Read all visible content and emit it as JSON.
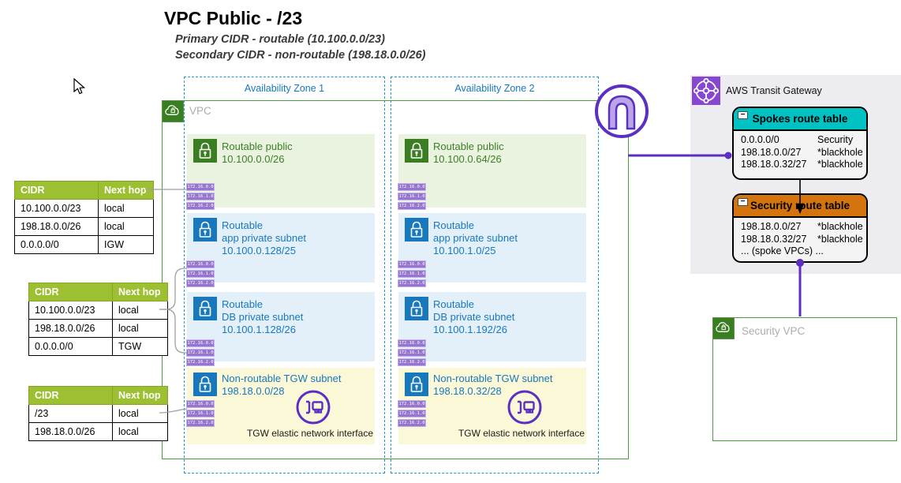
{
  "title": "VPC Public - /23",
  "subtitles": {
    "primary": "Primary CIDR - routable (10.100.0.0/23)",
    "secondary": "Secondary CIDR - non-routable (198.18.0.0/26)"
  },
  "icons": {
    "collapse_glyph": "−"
  },
  "route_tables": [
    {
      "headers": [
        "CIDR",
        "Next hop"
      ],
      "rows": [
        [
          "10.100.0.0/23",
          "local"
        ],
        [
          "198.18.0.0/26",
          "local"
        ],
        [
          "0.0.0.0/0",
          "IGW"
        ]
      ]
    },
    {
      "headers": [
        "CIDR",
        "Next hop"
      ],
      "rows": [
        [
          "10.100.0.0/23",
          "local"
        ],
        [
          "198.18.0.0/26",
          "local"
        ],
        [
          "0.0.0.0/0",
          "TGW"
        ]
      ]
    },
    {
      "headers": [
        "CIDR",
        "Next hop"
      ],
      "rows": [
        [
          "/23",
          "local"
        ],
        [
          "198.18.0.0/26",
          "local"
        ]
      ]
    }
  ],
  "chips": [
    "172.16.0.0",
    "172.16.1.0",
    "172.16.2.0"
  ],
  "vpc": {
    "label": "VPC",
    "azs": [
      {
        "label": "Availability Zone 1",
        "subnets": [
          {
            "label": "Routable public\n10.100.0.0/26"
          },
          {
            "label": "Routable\napp private subnet\n10.100.0.128/25"
          },
          {
            "label": "Routable\nDB private subnet\n10.100.1.128/26"
          },
          {
            "label": "Non-routable TGW subnet\n198.18.0.0/28"
          }
        ]
      },
      {
        "label": "Availability Zone 2",
        "subnets": [
          {
            "label": "Routable public\n10.100.0.64/26"
          },
          {
            "label": "Routable\napp private subnet\n10.100.1.0/25"
          },
          {
            "label": "Routable\nDB private subnet\n10.100.1.192/26"
          },
          {
            "label": "Non-routable TGW subnet\n198.18.0.32/28"
          }
        ]
      }
    ]
  },
  "eni_caption": "TGW elastic network interface",
  "transit_gateway": {
    "label": "AWS Transit Gateway",
    "spokes_table": {
      "title": "Spokes route table",
      "rows": [
        [
          "0.0.0.0/0",
          "Security"
        ],
        [
          "198.18.0.0/27",
          "*blackhole"
        ],
        [
          "198.18.0.32/27",
          "*blackhole"
        ],
        [
          "...",
          ""
        ]
      ]
    },
    "security_table": {
      "title": "Security route table",
      "rows": [
        [
          "198.18.0.0/27",
          "*blackhole"
        ],
        [
          "198.18.0.32/27",
          "*blackhole"
        ],
        [
          "... (spoke VPCs) ...",
          ""
        ]
      ]
    }
  },
  "security_vpc": {
    "label": "Security VPC"
  },
  "colors": {
    "table_header_green": "#9cc031",
    "vpc_green": "#3a7e22",
    "vpc_border": "#4b9e3f",
    "subnet_green_bg": "#e9f3e0",
    "subnet_blue_bg": "#e3f0fa",
    "subnet_yellow_bg": "#fbf8d8",
    "blue_text": "#1778bd",
    "az_dashed": "#1f97d4",
    "purple": "#5b2fc0",
    "tgw_purple": "#8747d3",
    "spokes_teal": "#00c2c2",
    "security_orange": "#d4740f",
    "chip_purple": "#9575cd"
  }
}
